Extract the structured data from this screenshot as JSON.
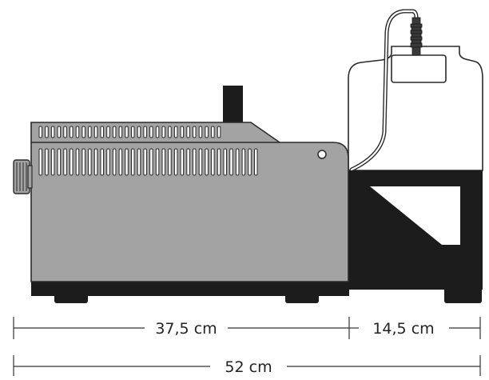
{
  "diagram": {
    "dimensions": {
      "machine_length": "37,5 cm",
      "tank_length": "14,5 cm",
      "total_length": "52 cm"
    },
    "colors": {
      "housing": "#a3a3a3",
      "housing_stroke": "#2a2a2a",
      "base": "#1c1c1c",
      "tank": "#ffffff",
      "dimension_line": "#333333"
    }
  }
}
